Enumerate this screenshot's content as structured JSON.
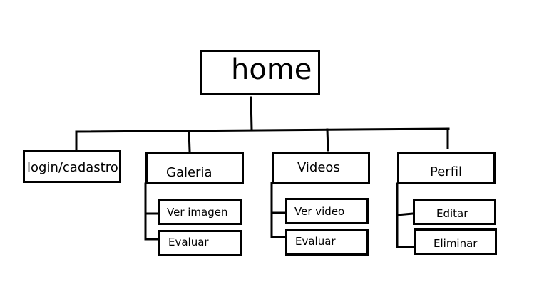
{
  "diagram": {
    "root": {
      "label": "home"
    },
    "branches": [
      {
        "label": "login/cadastro",
        "children": []
      },
      {
        "label": "Galeria",
        "children": [
          {
            "label": "Ver imagen"
          },
          {
            "label": "Evaluar"
          }
        ]
      },
      {
        "label": "Videos",
        "children": [
          {
            "label": "Ver video"
          },
          {
            "label": "Evaluar"
          }
        ]
      },
      {
        "label": "Perfil",
        "children": [
          {
            "label": "Editar"
          },
          {
            "label": "Eliminar"
          }
        ]
      }
    ]
  },
  "colors": {
    "stroke": "#000000",
    "background": "#ffffff"
  }
}
